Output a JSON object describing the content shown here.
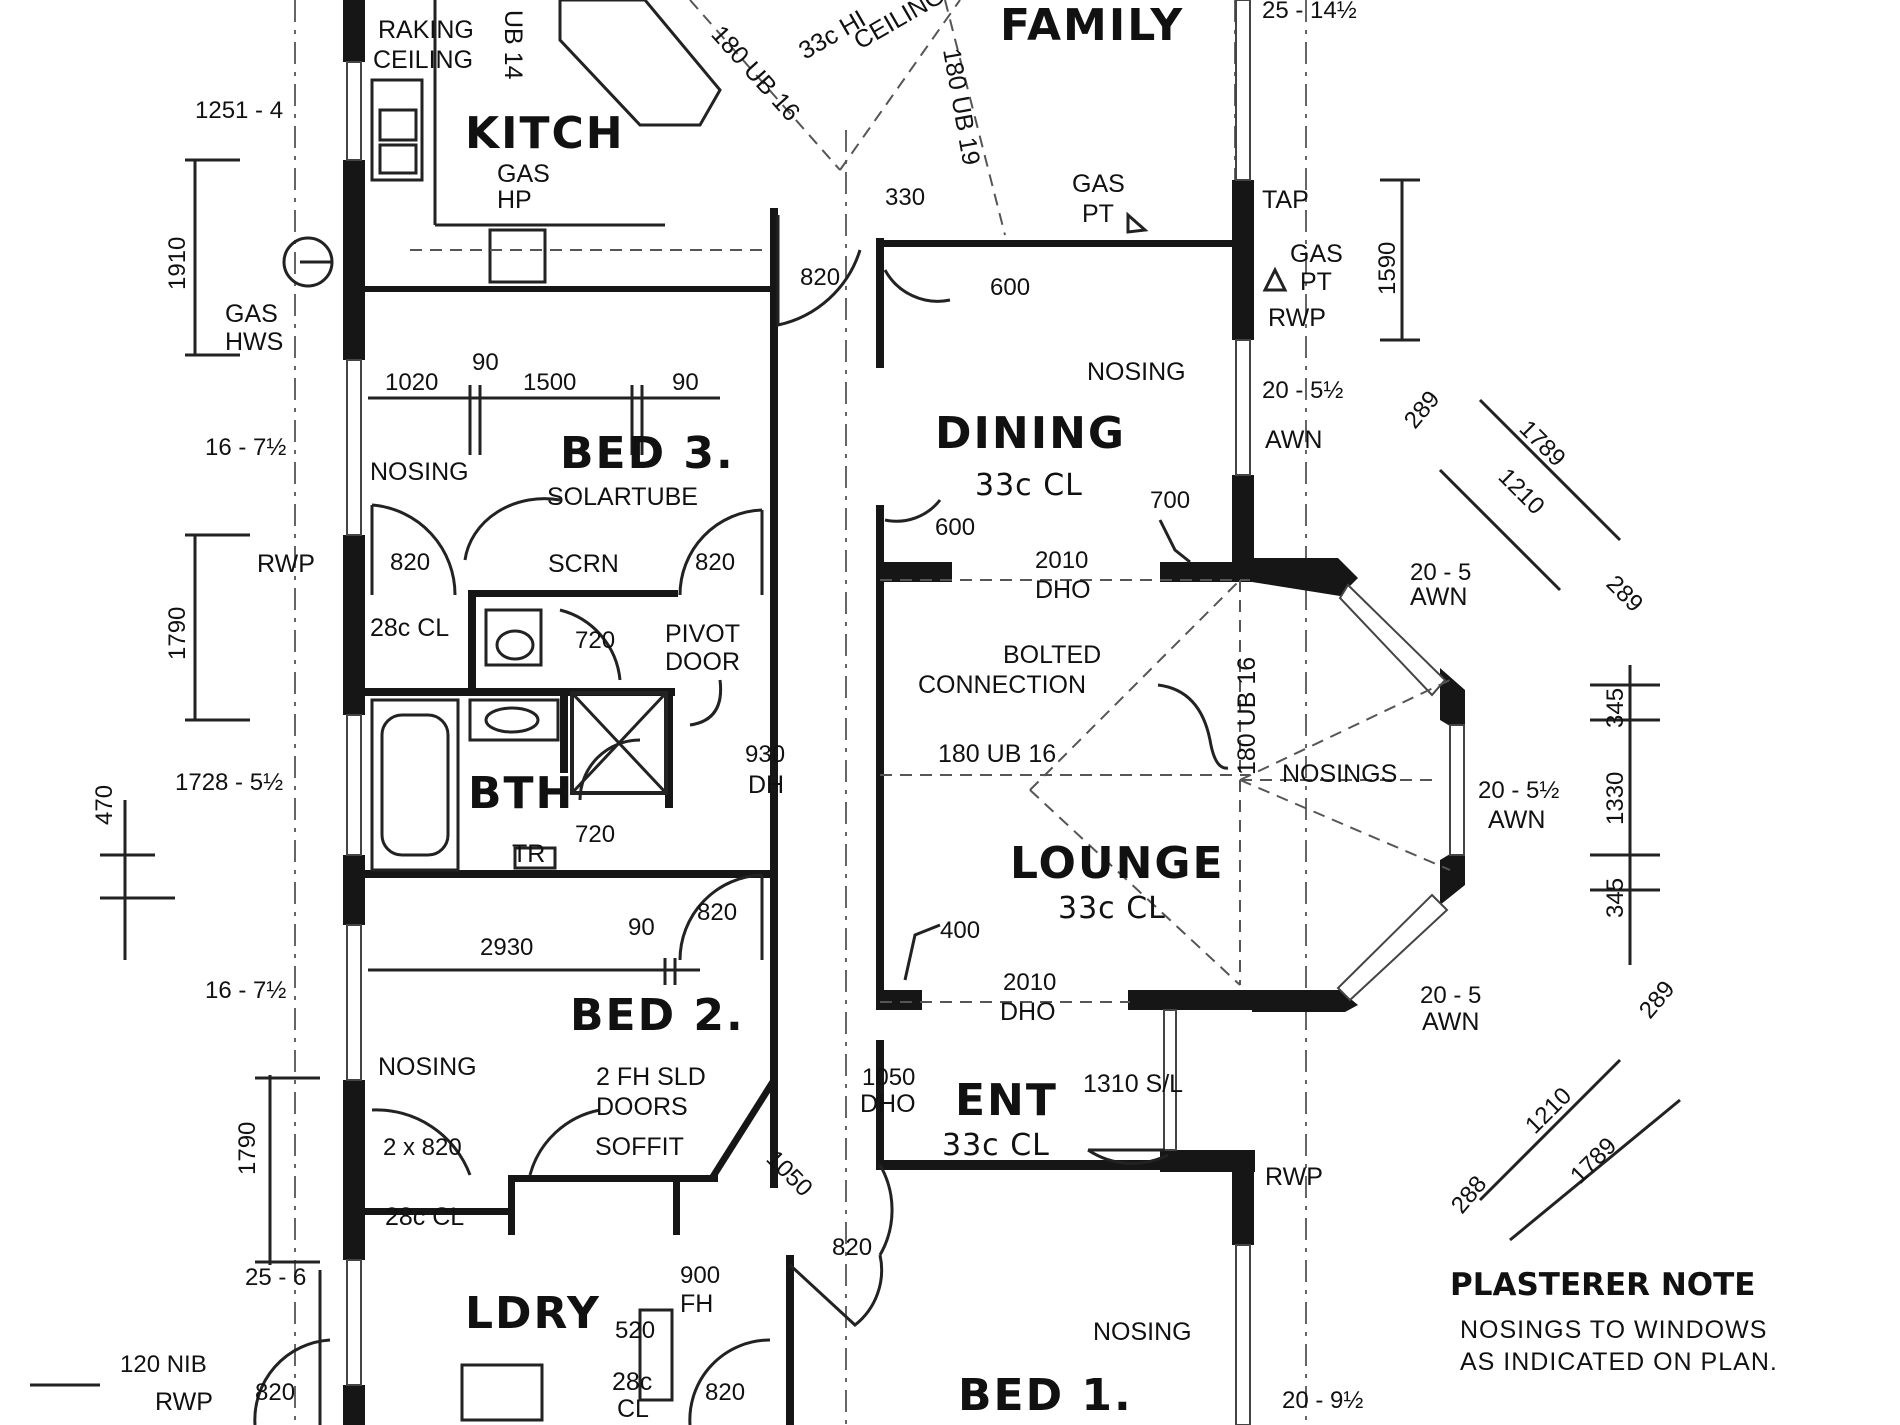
{
  "rooms": {
    "family": "FAMILY",
    "kitchen": "KITCH",
    "dining": "DINING",
    "dining_ceiling": "33c CL",
    "bed3": "BED 3.",
    "bed2": "BED 2.",
    "bath": "BTH",
    "lounge": "LOUNGE",
    "lounge_ceiling": "33c CL",
    "entry": "ENT",
    "entry_ceiling": "33c CL",
    "laundry": "LDRY",
    "bed1": "BED 1."
  },
  "labels": {
    "raking_1": "RAKING",
    "raking_2": "CEILING",
    "ub14": "UB 14",
    "ub16_diag": "180 UB 16",
    "hi_ceiling_1": "33c HI",
    "hi_ceiling_2": "CEILING",
    "ub19": "180 UB 19",
    "gas_hp_1": "GAS",
    "gas_hp_2": "HP",
    "gas_pt_1": "GAS",
    "gas_pt_2": "PT",
    "tap": "TAP",
    "gas_pt2_1": "GAS",
    "gas_pt2_2": "PT",
    "rwp_top": "RWP",
    "gas_hws_1": "GAS",
    "gas_hws_2": "HWS",
    "nosing_bed3": "NOSING",
    "solartube": "SOLARTUBE",
    "scrn": "SCRN",
    "cl28_bed3": "28c CL",
    "pivot_1": "PIVOT",
    "pivot_2": "DOOR",
    "rwp_left": "RWP",
    "nosing_dining": "NOSING",
    "awn_1": "AWN",
    "dho_1": "DHO",
    "dho_2": "DHO",
    "bolted_1": "BOLTED",
    "bolted_2": "CONNECTION",
    "ub16_horiz": "180 UB 16",
    "ub16_vert": "180 UB 16",
    "nosings": "NOSINGS",
    "awn_bay1": "AWN",
    "awn_bay2": "AWN",
    "awn_bay3": "AWN",
    "dh": "DH",
    "nosing_bed2": "NOSING",
    "sld_1": "2 FH SLD",
    "sld_2": "DOORS",
    "soffit": "SOFFIT",
    "cl28_bed2": "28c CL",
    "dho_ent": "DHO",
    "sl": "1310 S/L",
    "rwp_right": "RWP",
    "fh": "FH",
    "rwp_bottom": "RWP",
    "cl_small": "CL",
    "cl28_ldry": "28c",
    "nosing_bed1": "NOSING",
    "tr": "TR"
  },
  "dimensions": {
    "d_1251": "1251 - 4",
    "d_1910": "1910",
    "d_25_14": "25 - 14½",
    "d_330": "330",
    "d_820_a": "820",
    "d_600_a": "600",
    "d_1590": "1590",
    "d_1020": "1020",
    "d_90_a": "90",
    "d_1500": "1500",
    "d_90_b": "90",
    "d_16_a": "16 - 7½",
    "d_20_5_a": "20 - 5½",
    "d_289_a": "289",
    "d_1789_a": "1789",
    "d_1210_a": "1210",
    "d_289_b": "289",
    "d_820_b": "820",
    "d_820_c": "820",
    "d_600_b": "600",
    "d_700": "700",
    "d_2010_a": "2010",
    "d_1790_a": "1790",
    "d_720_a": "720",
    "d_20_5_b": "20 - 5",
    "d_345_a": "345",
    "d_1330": "1330",
    "d_345_b": "345",
    "d_470": "470",
    "d_1728": "1728 - 5½",
    "d_930": "930",
    "d_720_b": "720",
    "d_20_5_c": "20 - 5½",
    "d_400": "400",
    "d_2930": "2930",
    "d_90_c": "90",
    "d_820_d": "820",
    "d_16_b": "16 - 7½",
    "d_2010_b": "2010",
    "d_20_5_d": "20 - 5",
    "d_289_c": "289",
    "d_1050_a": "1050",
    "d_1790_b": "1790",
    "d_2x820": "2 x 820",
    "d_1050_b": "1050",
    "d_1210_b": "1210",
    "d_1789_b": "1789",
    "d_288": "288",
    "d_25_6": "25 - 6",
    "d_820_e": "820",
    "d_900": "900",
    "d_520": "520",
    "d_120": "120 NIB",
    "d_820_f": "820",
    "d_820_g": "820",
    "d_20_9": "20 - 9½"
  },
  "plasterer_note": {
    "title": "PLASTERER NOTE",
    "line1": "NOSINGS TO WINDOWS",
    "line2": "AS INDICATED ON PLAN."
  }
}
